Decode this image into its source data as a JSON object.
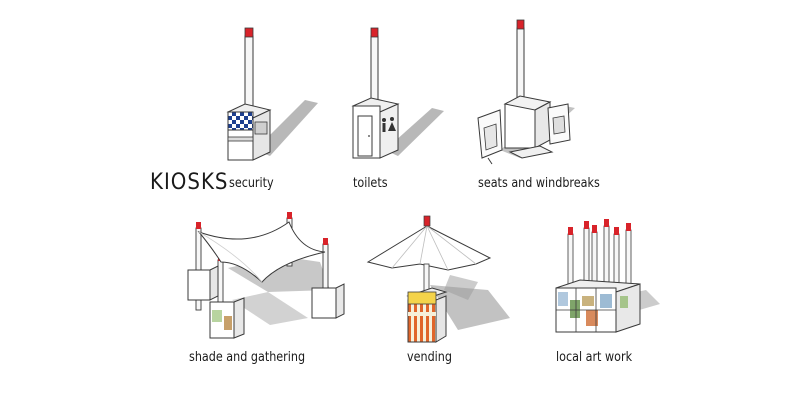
{
  "heading": "KIOSKS",
  "items": [
    {
      "label": "security"
    },
    {
      "label": "toilets"
    },
    {
      "label": "seats and windbreaks"
    },
    {
      "label": "shade and gathering"
    },
    {
      "label": "vending"
    },
    {
      "label": "local art work"
    }
  ],
  "colors": {
    "pole_cap": "#d8232a",
    "outline": "#3a3a3a",
    "shadow": "#9a9a9a",
    "security_check": "#1d3f8f",
    "vending_stripe": "#e0652a",
    "vending_sign": "#f4d34a"
  }
}
